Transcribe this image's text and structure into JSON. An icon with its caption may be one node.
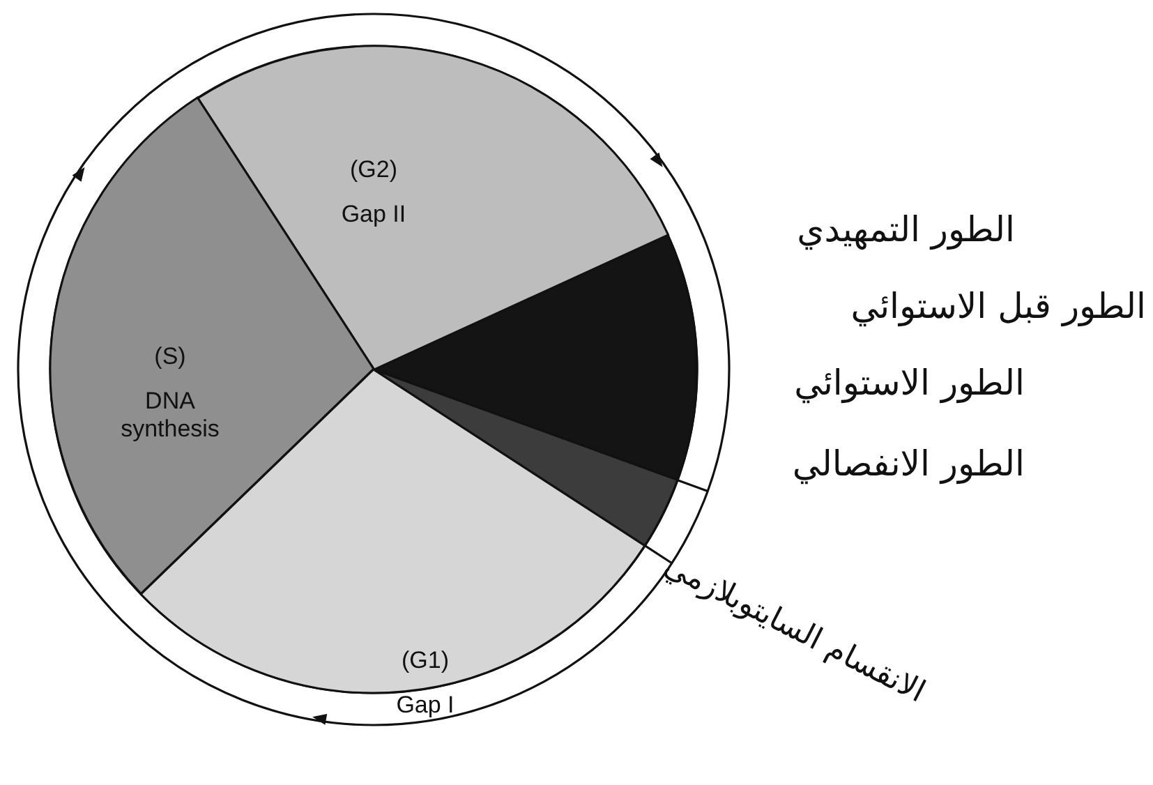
{
  "diagram": {
    "nodes": [
      {
        "text": [
          "(G2)",
          "Gap II"
        ]
      },
      {
        "text": [
          "(S)",
          "DNA synthesis"
        ]
      },
      {
        "text": [
          "(G1)",
          "Gap I"
        ]
      }
    ],
    "labels": [
      "الطور التمهيدي",
      "الطور قبل الاستوائي",
      "الطور الاستوائي",
      "الطور الانفصالي",
      "الانقسام السايتوبلازمي"
    ]
  }
}
